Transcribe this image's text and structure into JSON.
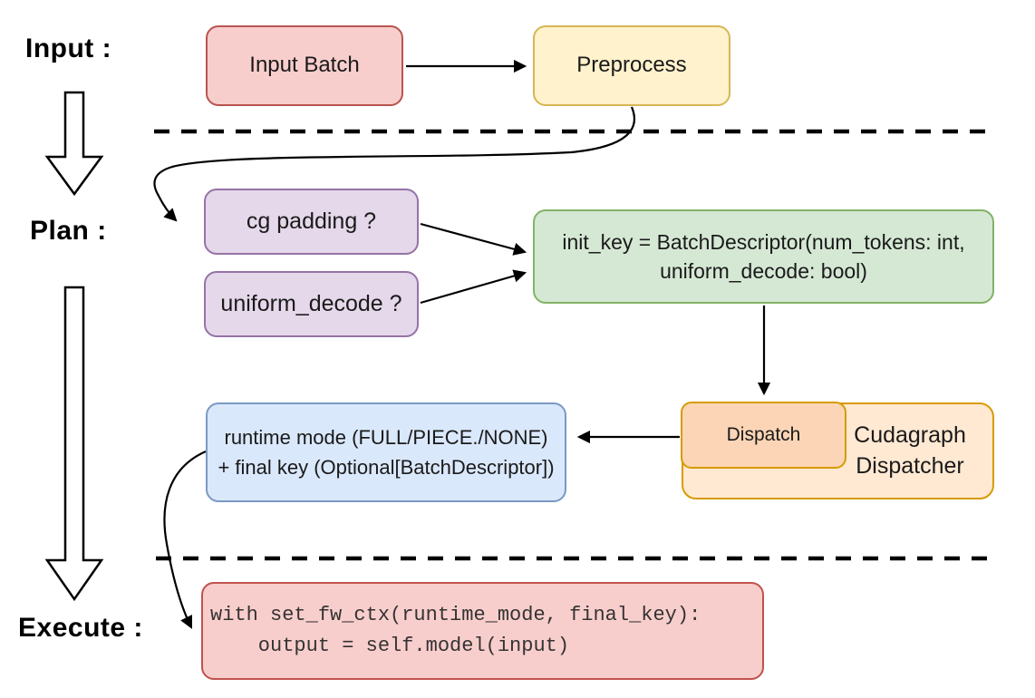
{
  "diagram": {
    "title_hint": "vLLM cudagraph dispatch flow",
    "stages": {
      "input": {
        "label": "Input :"
      },
      "plan": {
        "label": "Plan :"
      },
      "execute": {
        "label": "Execute :"
      }
    },
    "nodes": {
      "input_batch": {
        "label": "Input Batch",
        "fill": "#f8cecc",
        "stroke": "#b85450"
      },
      "preprocess": {
        "label": "Preprocess",
        "fill": "#fff2cc",
        "stroke": "#d6b656"
      },
      "cg_padding": {
        "label": "cg padding ?",
        "fill": "#e5d8ea",
        "stroke": "#9673a6"
      },
      "uniform_decode": {
        "label": "uniform_decode ?",
        "fill": "#e5d8ea",
        "stroke": "#9673a6"
      },
      "init_key": {
        "line1": "init_key = BatchDescriptor(num_tokens: int,",
        "line2": "uniform_decode: bool)",
        "fill": "#d5e8d4",
        "stroke": "#82b366"
      },
      "dispatch": {
        "label": "Dispatch",
        "fill": "#fbd5b5",
        "stroke": "#d79b00"
      },
      "cudagraph_dispatcher": {
        "line1": "Cudagraph",
        "line2": "Dispatcher",
        "fill": "#ffe9d3",
        "stroke": "#d79b00"
      },
      "runtime_mode": {
        "line1": "runtime mode (FULL/PIECE./NONE)",
        "line2": "+ final key (Optional[BatchDescriptor])",
        "fill": "#dae8fc",
        "stroke": "#7a99c4"
      },
      "execute_code": {
        "code_line1": "with set_fw_ctx(runtime_mode, final_key):",
        "code_line2": "    output = self.model(input)",
        "fill": "#f8cecc",
        "stroke": "#c0524e"
      }
    },
    "edges": [
      {
        "from": "input_batch",
        "to": "preprocess"
      },
      {
        "from": "preprocess",
        "to": "cg_padding"
      },
      {
        "from": "cg_padding",
        "to": "init_key"
      },
      {
        "from": "uniform_decode",
        "to": "init_key"
      },
      {
        "from": "init_key",
        "to": "dispatch"
      },
      {
        "from": "dispatch",
        "to": "runtime_mode"
      },
      {
        "from": "runtime_mode",
        "to": "execute_code"
      }
    ]
  }
}
